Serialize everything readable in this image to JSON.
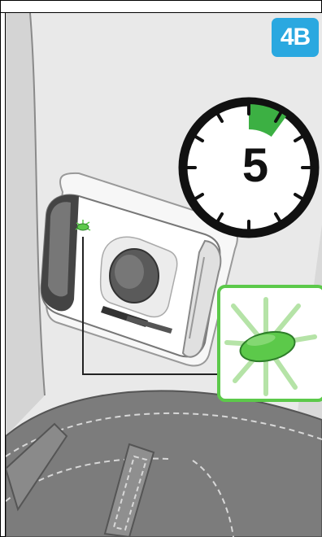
{
  "step_badge": {
    "label": "4B",
    "color": "#2aa8e0"
  },
  "timer": {
    "value": "5",
    "elapsed_segment_color": "#3cb043"
  },
  "indicator_light": {
    "color": "#5cc94a",
    "state": "on"
  },
  "icons": {
    "timer": "stopwatch-icon",
    "device": "wearable-device",
    "light": "green-status-light-icon"
  }
}
